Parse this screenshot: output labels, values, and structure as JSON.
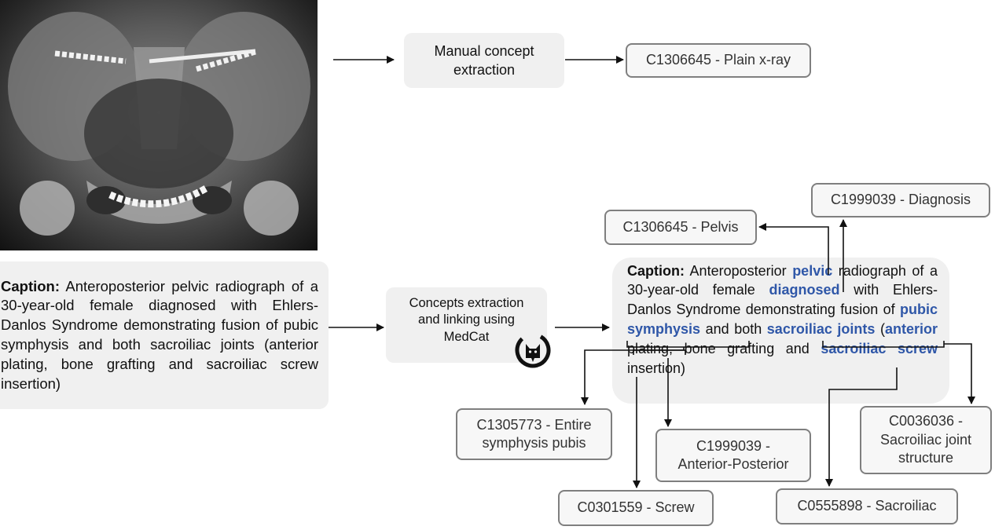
{
  "manual_box": {
    "label": "Manual concept extraction"
  },
  "medcat_box": {
    "label": "Concepts extraction and linking using MedCat"
  },
  "left_caption": {
    "bold": "Caption:",
    "text": " Anteroposterior pelvic radiograph of a 30-year-old female diagnosed with Ehlers-Danlos Syndrome demonstrating fusion of pubic symphysis and both sacroiliac joints (anterior plating, bone grafting and sacroiliac screw insertion)"
  },
  "right_caption": {
    "bold": "Caption:",
    "t1": " Anteroposterior ",
    "pelvic": "pelvic",
    "t2": " radiograph of a 30-year-old female ",
    "diagnosed": "diagnosed",
    "t3": " with Ehlers-Danlos Syndrome demonstrating fusion of ",
    "pubic_symphysis": "pubic symphysis",
    "t4": " and both ",
    "sacroiliac_joints": "sacroiliac joints",
    "t5": " (",
    "anterior": "anterior",
    "t6": " plating, bone grafting and ",
    "sacroiliac": "sacroiliac",
    "t7": " ",
    "screw": "screw",
    "t8": " insertion)"
  },
  "concepts": {
    "plain_xray": "C1306645 - Plain x-ray",
    "pelvis": "C1306645 - Pelvis",
    "diagnosis": "C1999039 - Diagnosis",
    "symphysis": "C1305773 - Entire symphysis pubis",
    "anterior_posterior": "C1999039 - Anterior-Posterior",
    "sacroiliac_joint": "C0036036 - Sacroiliac joint structure",
    "screw": "C0301559 - Screw",
    "sacroiliac": "C0555898 - Sacroiliac"
  },
  "colors": {
    "highlight": "#2f57a8",
    "box_border": "#7f7f7f",
    "panel_bg": "#f0f0f0"
  },
  "icons": {
    "medcat": "cat-logo-icon"
  }
}
